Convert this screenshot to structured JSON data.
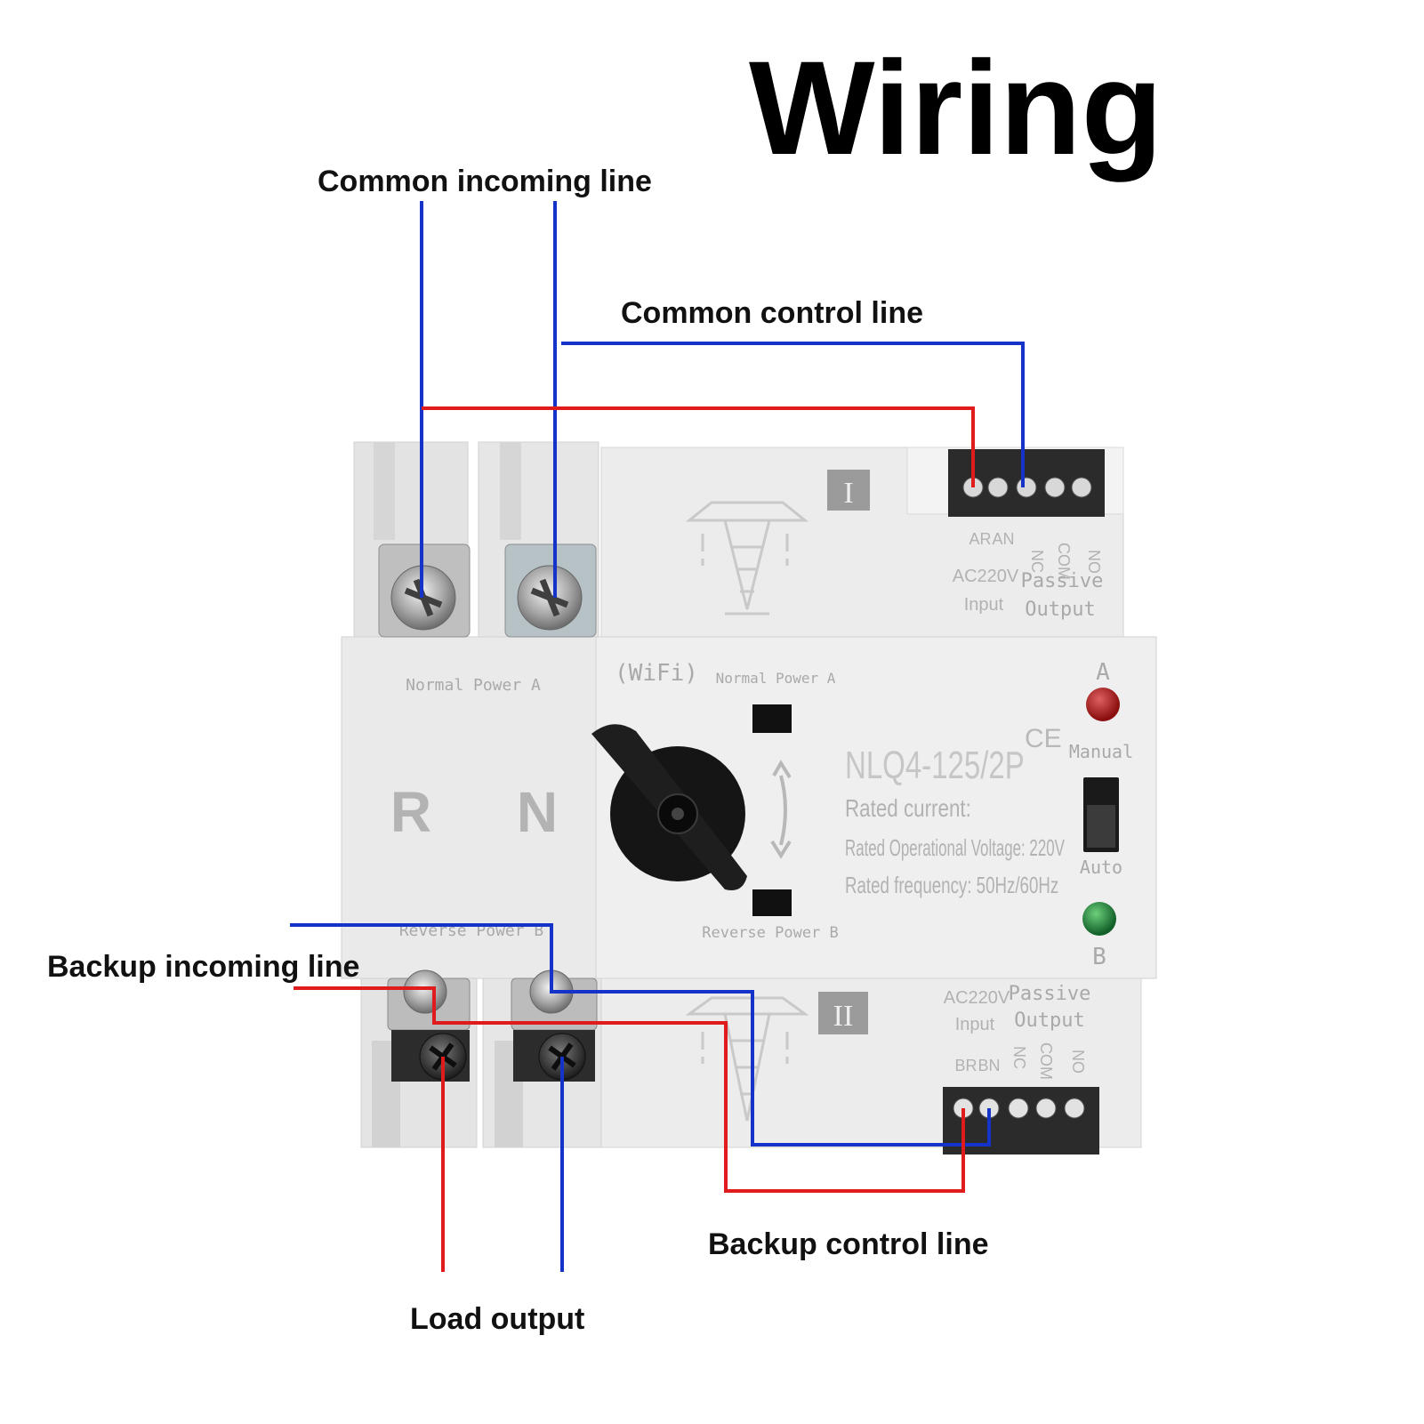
{
  "title": "Wiring",
  "callouts": {
    "common_incoming": "Common incoming line",
    "common_control": "Common control line",
    "backup_incoming": "Backup incoming line",
    "backup_control": "Backup control line",
    "load_output": "Load output"
  },
  "device": {
    "model": "NLQ4-125/2P",
    "ce_mark": "CE",
    "wifi": "(WiFi)",
    "switch_top_label": "Normal Power A",
    "switch_bottom_label": "Reverse Power B",
    "left_top_label": "Normal Power A",
    "left_bottom_label": "Reverse Power B",
    "pole_r": "R",
    "pole_n": "N",
    "rated_current": "Rated current:",
    "rated_voltage": "Rated Operational Voltage: 220V",
    "rated_frequency": "Rated frequency: 50Hz/60Hz",
    "top_block": {
      "roman": "I",
      "terminals": [
        "AR",
        "AN",
        "NC",
        "COM",
        "NO"
      ],
      "voltage": "AC220V",
      "input": "Input",
      "passive": "Passive",
      "output": "Output"
    },
    "bottom_block": {
      "roman": "II",
      "terminals": [
        "BR",
        "BN",
        "NC",
        "COM",
        "NO"
      ],
      "voltage": "AC220V",
      "input": "Input",
      "passive": "Passive",
      "output": "Output"
    },
    "indicator_a": "A",
    "indicator_b": "B",
    "manual": "Manual",
    "auto": "Auto"
  },
  "colors": {
    "wire_red": "#e01b1b",
    "wire_blue": "#1533c9",
    "led_a": "#9b1212",
    "led_b": "#1f7a2e",
    "housing": "#ececec"
  }
}
